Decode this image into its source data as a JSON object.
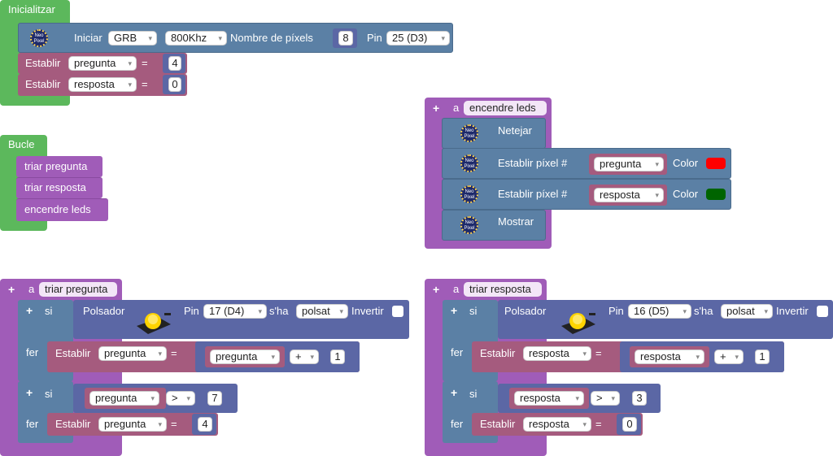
{
  "init": {
    "hat": "Inicialitzar",
    "iniciar": "Iniciar",
    "order": "GRB",
    "freq": "800Khz",
    "nombre_label": "Nombre de píxels",
    "nombre_value": "8",
    "pin_label": "Pin",
    "pin_value": "25 (D3)",
    "set1_label": "Establir",
    "set1_var": "pregunta",
    "set1_value": "4",
    "set2_label": "Establir",
    "set2_var": "resposta",
    "set2_value": "0",
    "eq": "="
  },
  "loop": {
    "hat": "Bucle",
    "items": [
      "triar pregunta",
      "triar resposta",
      "encendre leds"
    ]
  },
  "leds_fn": {
    "a": "a",
    "name": "encendre leds",
    "netejar": "Netejar",
    "pixel_label": "Establir píxel #",
    "pixel1_var": "pregunta",
    "pixel2_var": "resposta",
    "color_label": "Color",
    "color1": "#ff0000",
    "color2": "#006400",
    "mostrar": "Mostrar"
  },
  "fn_pregunta": {
    "a": "a",
    "name": "triar pregunta",
    "si": "si",
    "fer": "fer",
    "polsador": "Polsador",
    "pin_label": "Pin",
    "pin_value": "17 (D4)",
    "sha": "s'ha",
    "state": "polsat",
    "invertir": "Invertir",
    "set_label": "Establir",
    "var": "pregunta",
    "eq": "=",
    "op_plus": "+",
    "inc": "1",
    "op_gt": ">",
    "limit": "7",
    "reset": "4"
  },
  "fn_resposta": {
    "a": "a",
    "name": "triar resposta",
    "si": "si",
    "fer": "fer",
    "polsador": "Polsador",
    "pin_label": "Pin",
    "pin_value": "16 (D5)",
    "sha": "s'ha",
    "state": "polsat",
    "invertir": "Invertir",
    "set_label": "Establir",
    "var": "resposta",
    "eq": "=",
    "op_plus": "+",
    "inc": "1",
    "op_gt": ">",
    "limit": "3",
    "reset": "0"
  },
  "neo_text": "Neo Pixel",
  "plus_glyph": "+",
  "dropdown_arrow": "▾",
  "icons": [
    "neopixel-icon",
    "push-button-icon",
    "plus-icon",
    "dropdown-arrow-icon"
  ]
}
